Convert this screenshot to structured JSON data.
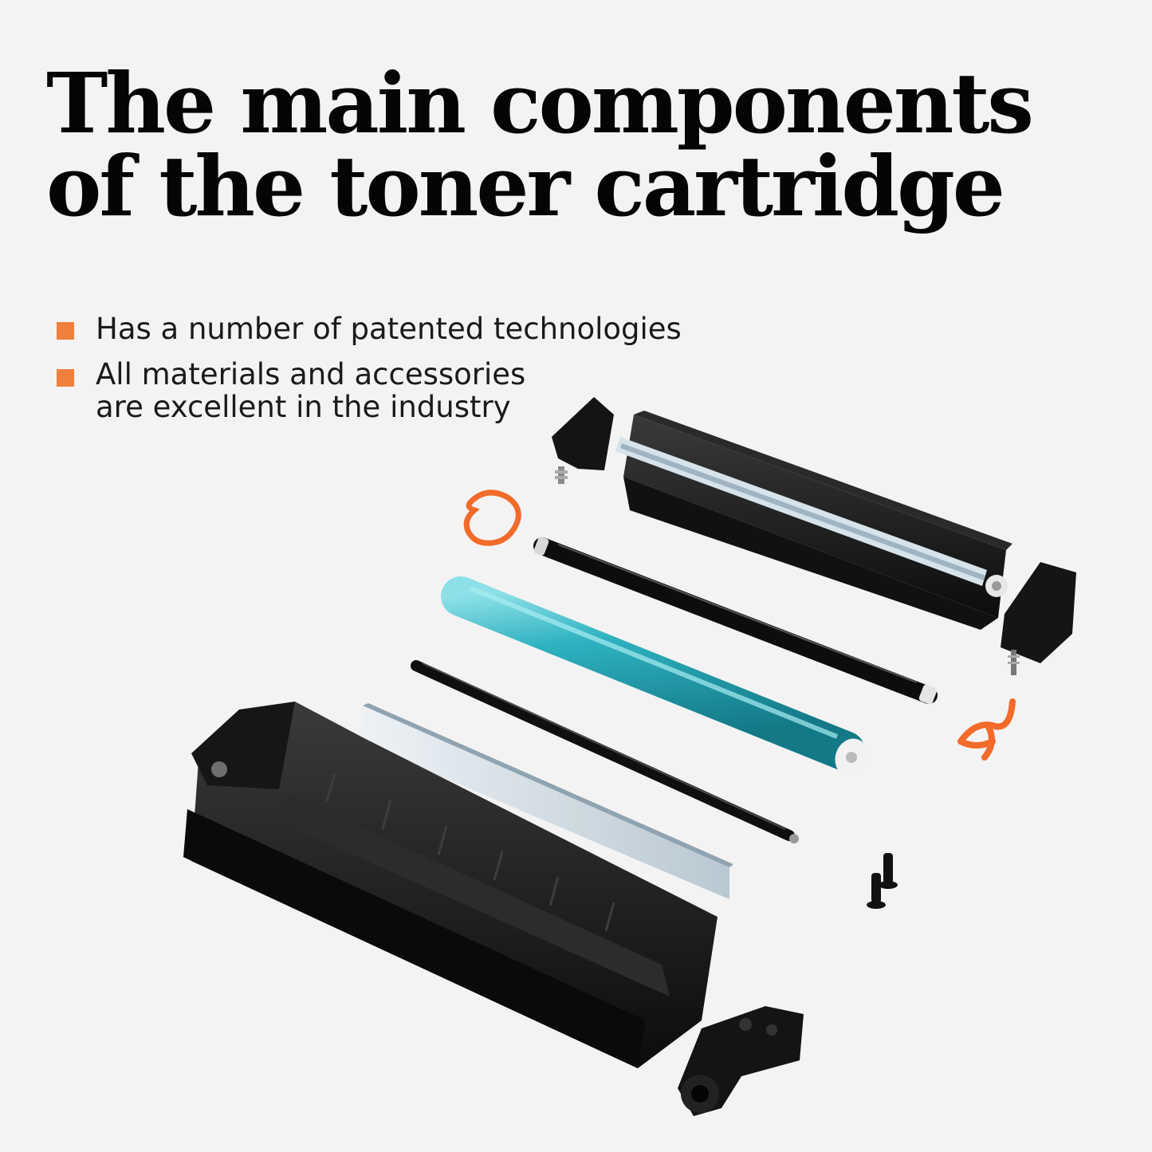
{
  "headline": {
    "line1": "The main components",
    "line2": "of the toner cartridge"
  },
  "bullets": [
    {
      "lines": [
        "Has a number of patented technologies"
      ]
    },
    {
      "lines": [
        "All materials and accessories",
        "are excellent in the industry"
      ]
    }
  ],
  "colors": {
    "background": "#f4f3f3",
    "bullet_marker": "#f07f3c",
    "drum": "#2fb2c0",
    "clip": "#f26b2a",
    "plastic": "#111111"
  },
  "image": {
    "parts": [
      "waste-toner-hopper-icon",
      "end-cap-icon",
      "charge-roller-icon",
      "opc-drum-icon",
      "magnetic-roller-icon",
      "toner-hopper-icon",
      "doctor-blade-icon",
      "drum-clip-icon",
      "pin-icon",
      "gear-housing-icon"
    ]
  }
}
